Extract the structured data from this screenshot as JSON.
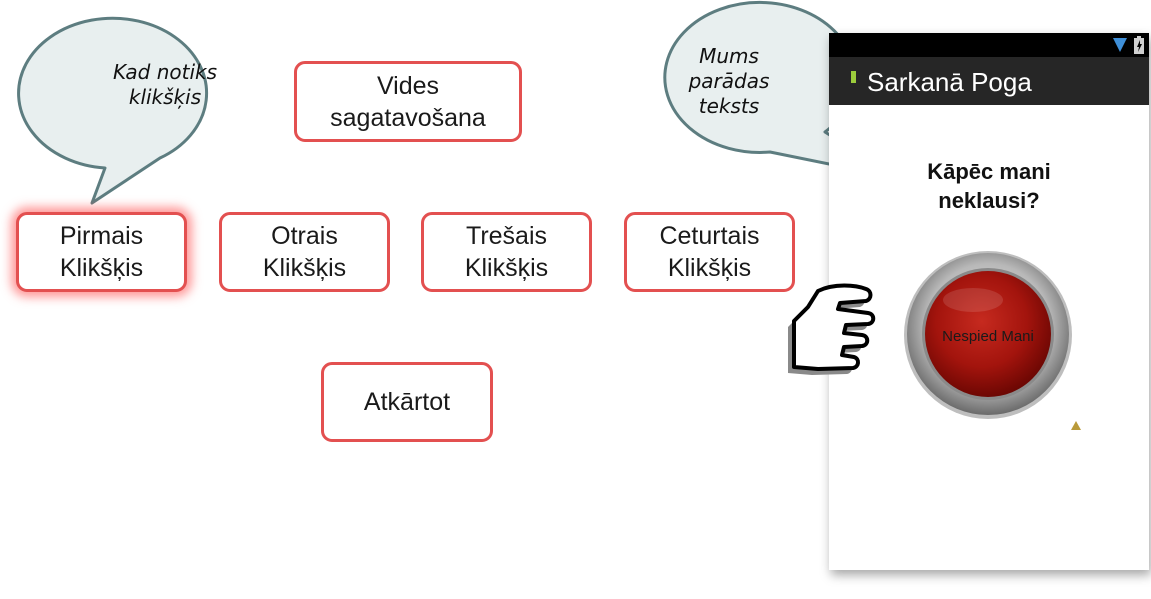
{
  "bubbles": [
    {
      "lines": [
        "Kad notiks",
        "klikšķis"
      ]
    },
    {
      "lines": [
        "Mums",
        "parādas",
        "teksts"
      ]
    }
  ],
  "steps": {
    "setup": [
      "Vides",
      "sagatavošana"
    ],
    "first": [
      "Pirmais",
      "Klikšķis"
    ],
    "second": [
      "Otrais",
      "Klikšķis"
    ],
    "third": [
      "Trešais",
      "Klikšķis"
    ],
    "fourth": [
      "Ceturtais",
      "Klikšķis"
    ],
    "repeat": "Atkārtot"
  },
  "phone": {
    "app_title": "Sarkanā Poga",
    "question_lines": [
      "Kāpēc mani",
      "neklausi?"
    ],
    "button_label": "Nespied Mani"
  },
  "icons": [
    "wifi-icon",
    "battery-icon",
    "app-icon",
    "pointing-hand-icon",
    "warning-triangle-icon"
  ],
  "colors": {
    "box_border": "#e35050",
    "bubble_fill": "#e8efef",
    "bubble_stroke": "#5d7d80",
    "button_red": "#c41a12",
    "actionbar": "#262626"
  }
}
